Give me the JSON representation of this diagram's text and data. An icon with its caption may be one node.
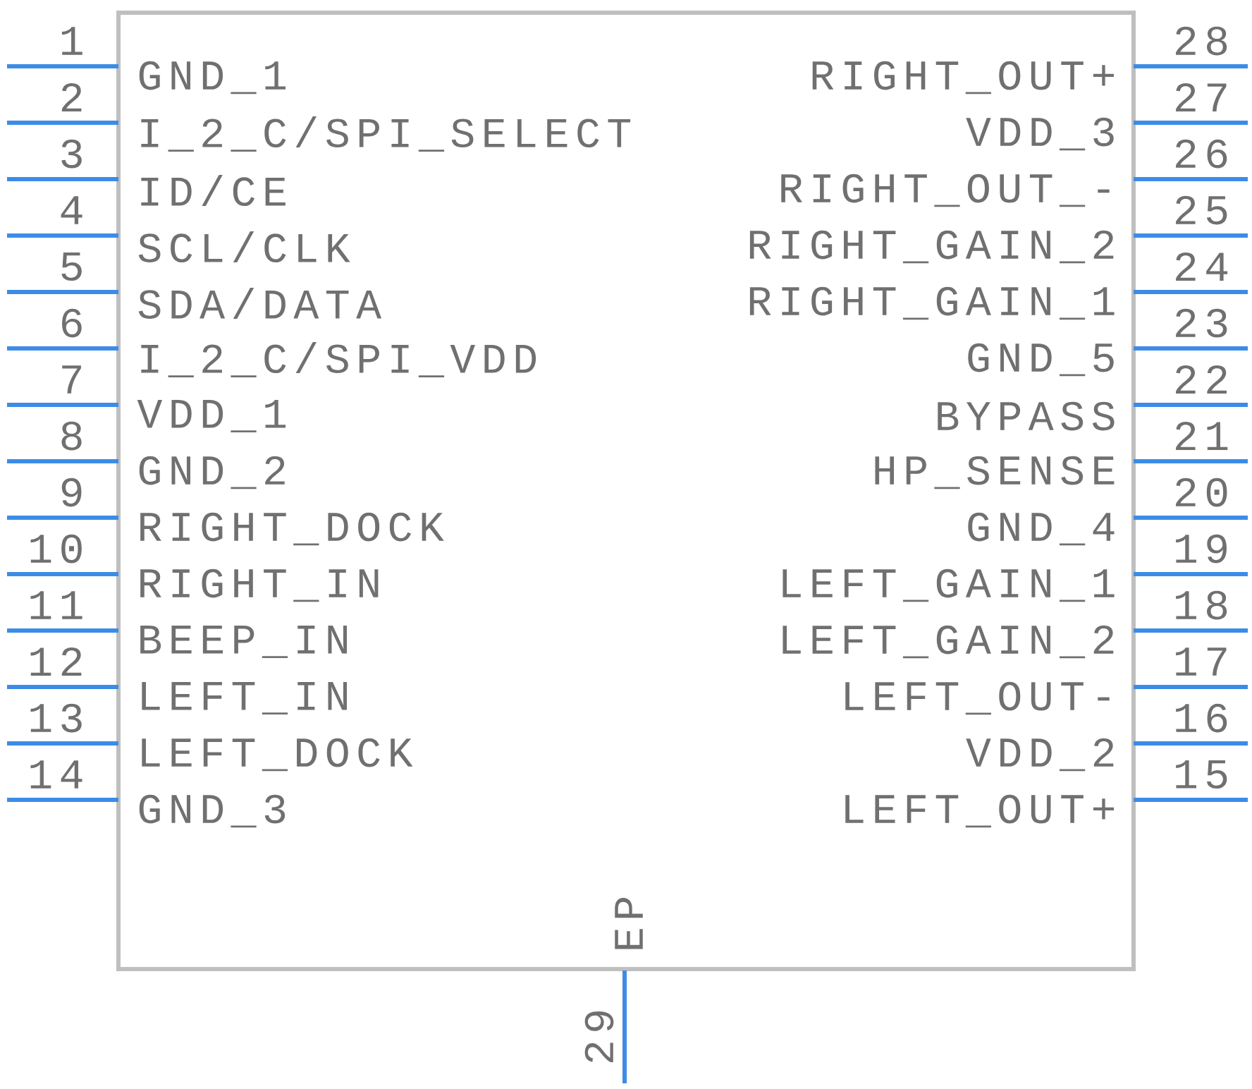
{
  "diagram": {
    "labels": [
      "1",
      "GND_1",
      "RIGHT_OUT+",
      "28",
      "2",
      "I_2_C/SPI_SELECT",
      "VDD_3",
      "27",
      "3",
      "ID/CE",
      "RIGHT_OUT_-",
      "26",
      "4",
      "SCL/CLK",
      "RIGHT_GAIN_2",
      "25",
      "5",
      "SDA/DATA",
      "RIGHT_GAIN_1",
      "24",
      "6",
      "I_2_C/SPI_VDD",
      "GND_5",
      "23",
      "7",
      "VDD_1",
      "BYPASS",
      "22",
      "8",
      "GND_2",
      "HP_SENSE",
      "21",
      "9",
      "RIGHT_DOCK",
      "GND_4",
      "20",
      "10",
      "RIGHT_IN",
      "LEFT_GAIN_1",
      "19",
      "11",
      "BEEP_IN",
      "LEFT_GAIN_2",
      "18",
      "12",
      "LEFT_IN",
      "LEFT_OUT-",
      "17",
      "13",
      "LEFT_DOCK",
      "VDD_2",
      "16",
      "14",
      "GND_3",
      "LEFT_OUT+",
      "15",
      "EP",
      "29"
    ]
  }
}
